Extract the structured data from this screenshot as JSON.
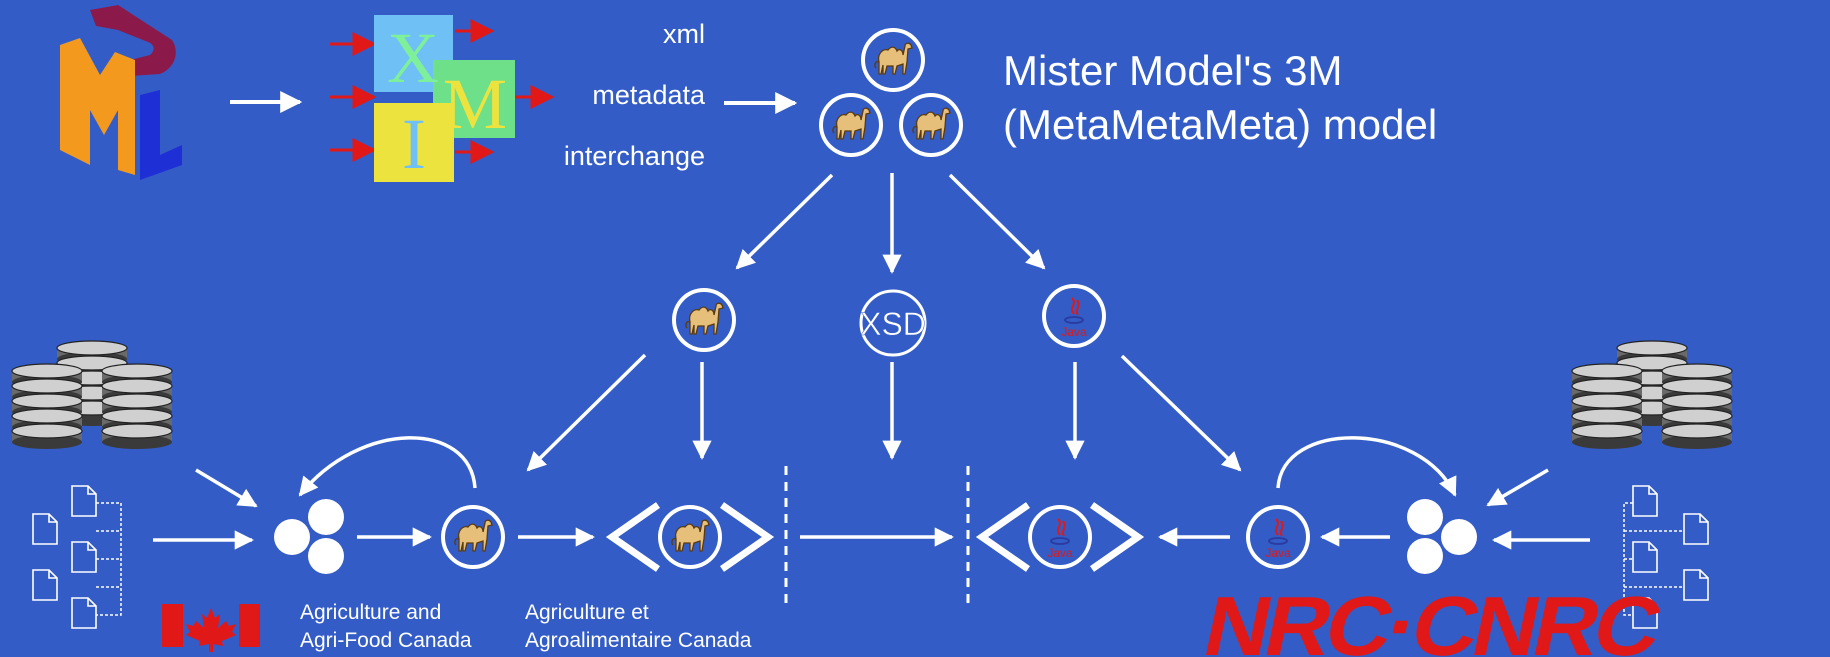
{
  "xmi_labels": [
    "xml",
    "metadata",
    "interchange"
  ],
  "title": [
    "Mister Model's 3M",
    "(MetaMetaMeta) model"
  ],
  "nodes": {
    "xsd": "XSD",
    "java": "Java",
    "uml_letters": [
      "U",
      "M",
      "L"
    ],
    "xmi_letters": [
      "X",
      "M",
      "I"
    ]
  },
  "organizations": {
    "aafc_en": [
      "Agriculture and",
      "Agri-Food Canada"
    ],
    "aafc_fr": [
      "Agriculture et",
      "Agroalimentaire Canada"
    ],
    "nrc": "NRC·CNRC"
  },
  "colors": {
    "background": "#335cc6",
    "arrow": "#ffffff",
    "uml_u": "#8b1a4a",
    "uml_m": "#f39a1e",
    "uml_l": "#1f2fd6",
    "xmi_x": "#6ec0f5",
    "xmi_m": "#6ee08a",
    "xmi_i": "#ede33e",
    "red": "#e01818",
    "camel": "#e6c07a"
  },
  "icons": [
    "uml-logo",
    "xmi-logo",
    "camel-icon",
    "java-icon",
    "xsd-icon",
    "database-icon",
    "document-icon",
    "bowling-balls-icon",
    "xml-bracket-icon",
    "canada-flag-icon",
    "nrc-logo"
  ]
}
